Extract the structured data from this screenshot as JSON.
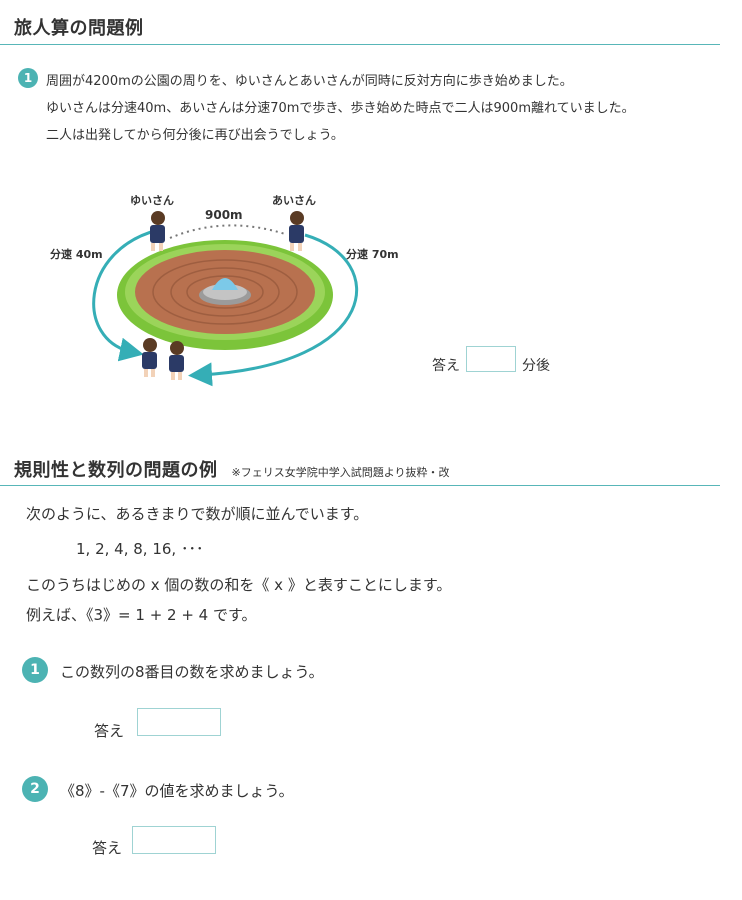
{
  "section1": {
    "title": "旅人算の問題例",
    "question_number": "1",
    "lines": [
      "周囲が4200mの公園の周りを、ゆいさんとあいさんが同時に反対方向に歩き始めました。",
      "ゆいさんは分速40m、あいさんは分速70mで歩き、歩き始めた時点で二人は900m離れていました。",
      "二人は出発してから何分後に再び出会うでしょう。"
    ],
    "illustration": {
      "name_left": "ゆいさん",
      "name_right": "あいさん",
      "distance": "900m",
      "speed_left": "分速 40m",
      "speed_right": "分速 70m"
    },
    "answer_label": "答え",
    "answer_unit": "分後"
  },
  "section2": {
    "title": "規則性と数列の問題の例",
    "note": "※フェリス女学院中学入試問題より抜粋・改",
    "intro": "次のように、あるきまりで数が順に並んでいます。",
    "sequence": "1, 2, 4, 8, 16, ･･･",
    "definition": "このうちはじめの x 個の数の和を《 x 》と表すことにします。",
    "example": "例えば、《3》= 1 + 2 + 4 です。",
    "questions": [
      {
        "number": "1",
        "text": "この数列の8番目の数を求めましょう。",
        "answer_label": "答え"
      },
      {
        "number": "2",
        "text": "《8》-《7》の値を求めましょう。",
        "answer_label": "答え"
      }
    ]
  },
  "colors": {
    "accent": "#4cb3b3",
    "rule": "#58b6b8",
    "grass": "#7cc43a",
    "brick": "#b8714f"
  }
}
